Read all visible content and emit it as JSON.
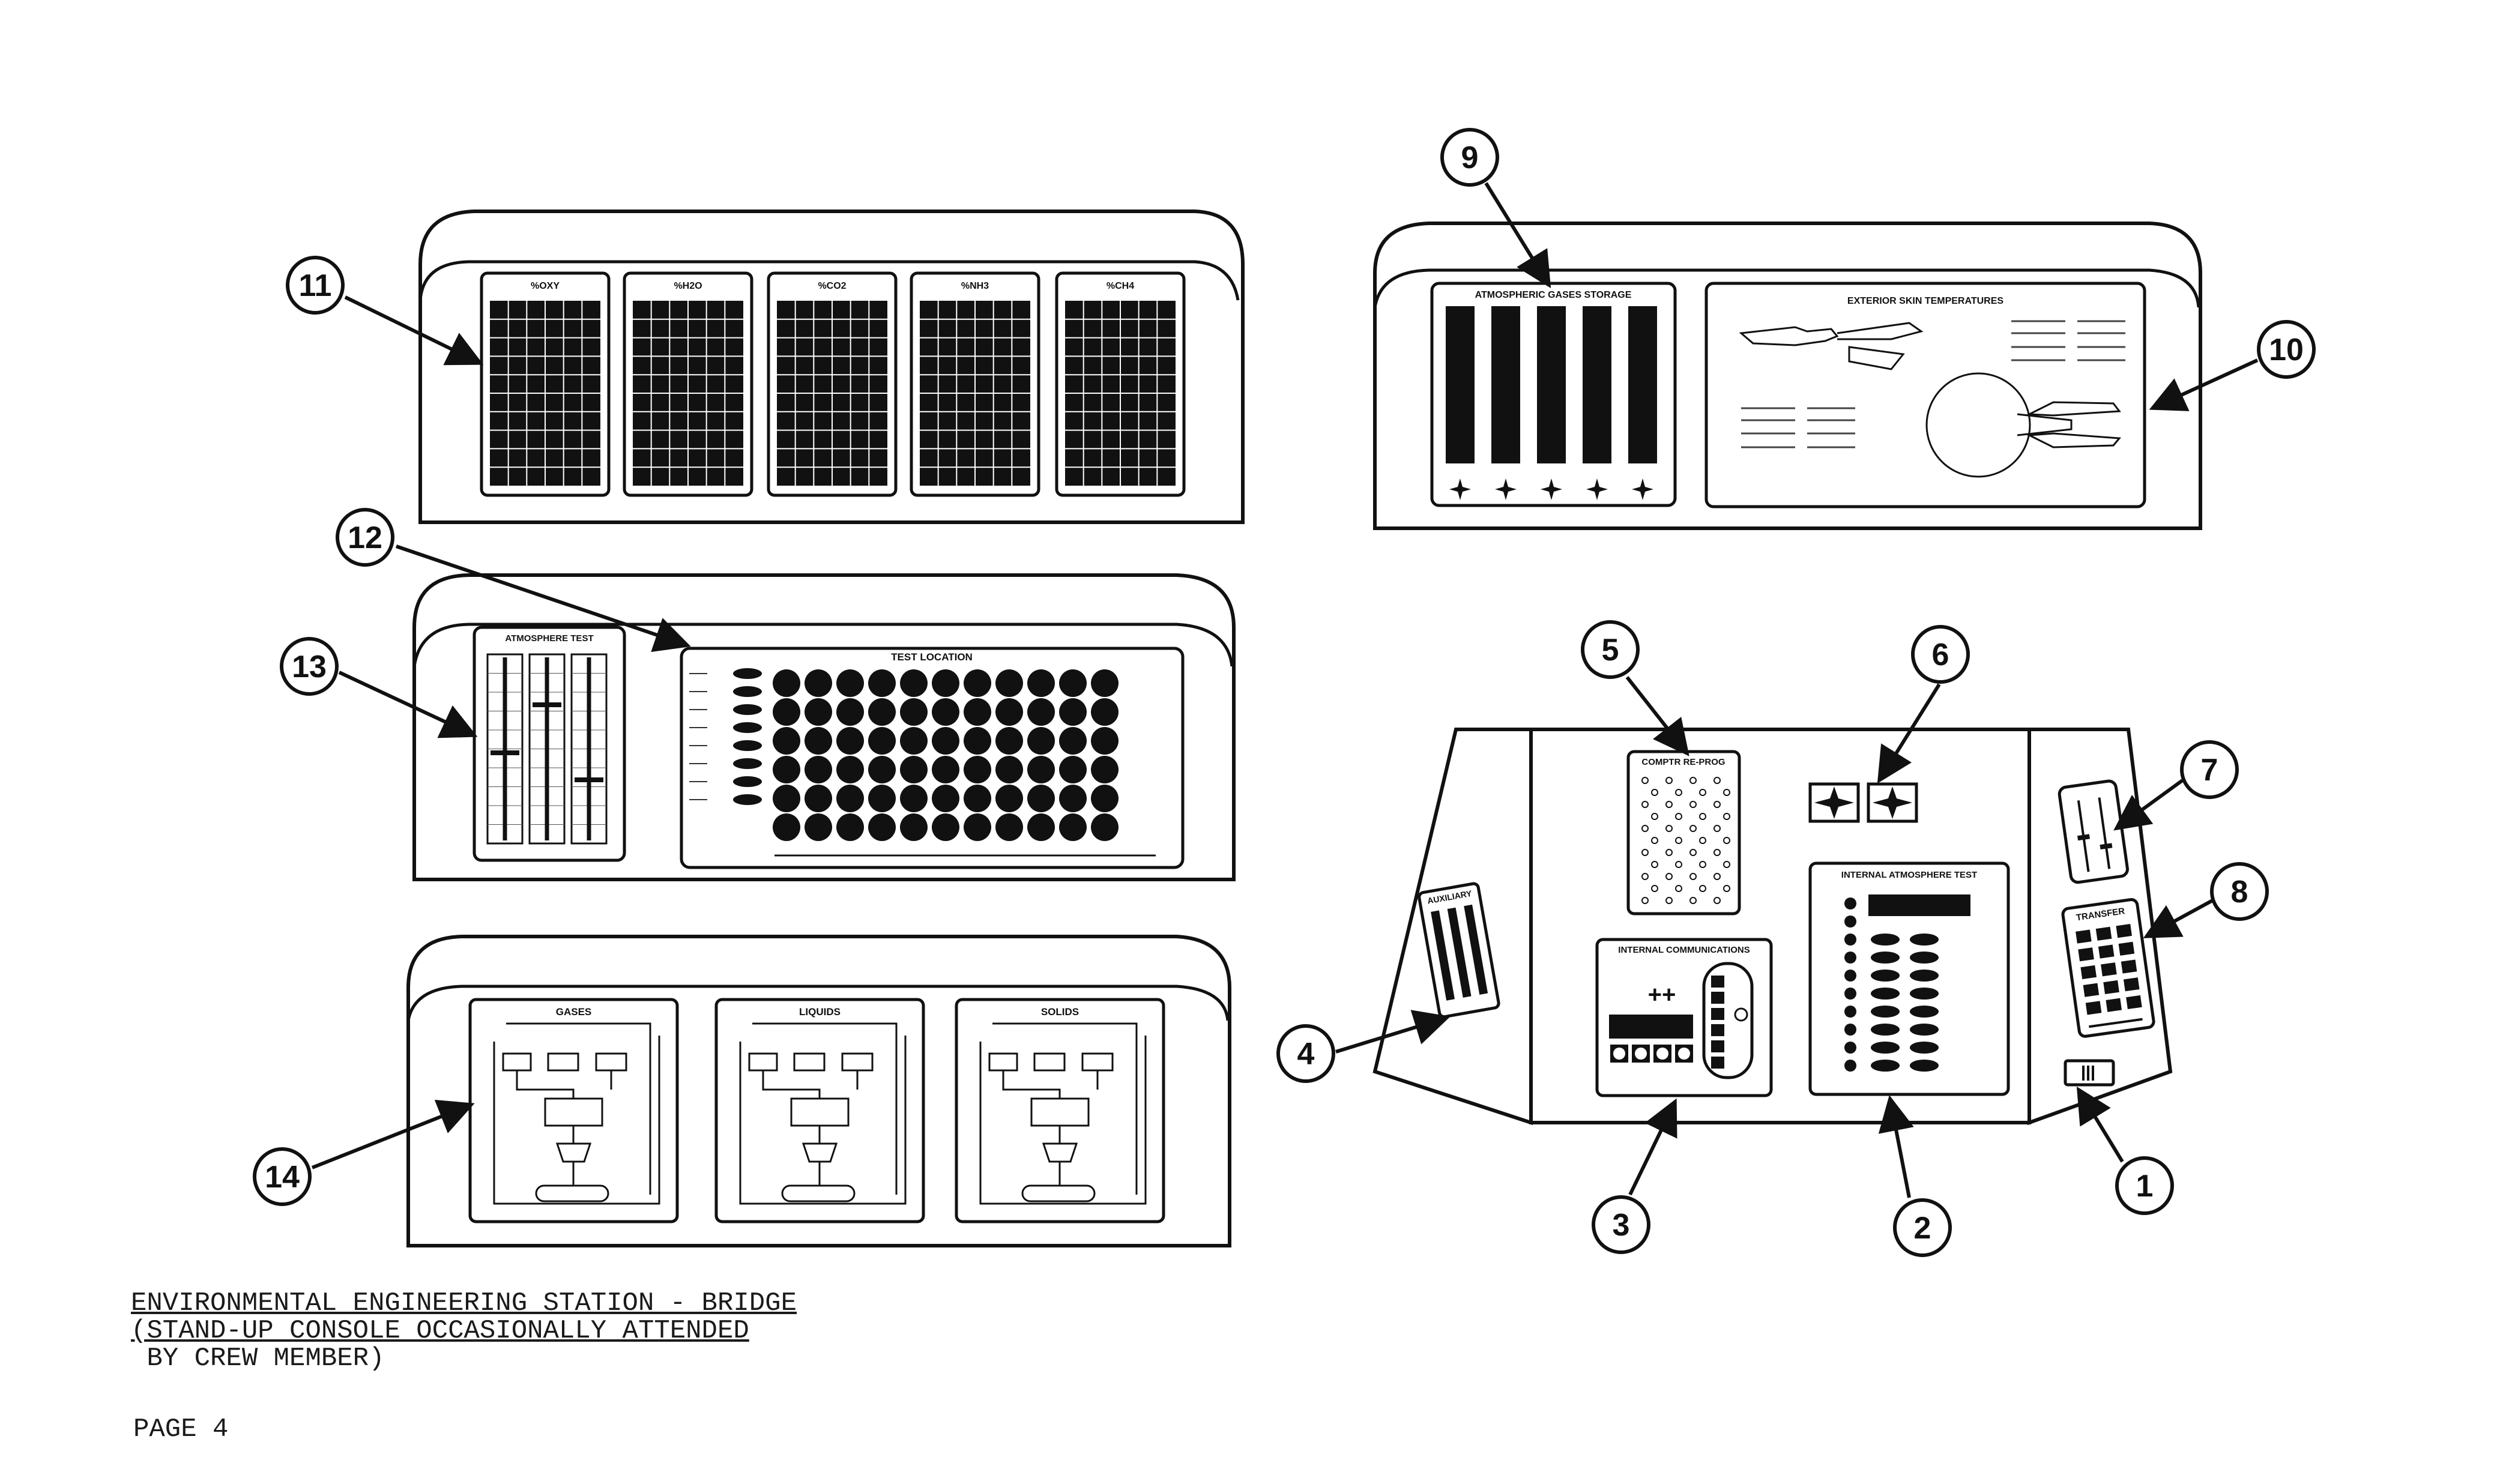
{
  "caption": {
    "line1": "ENVIRONMENTAL ENGINEERING STATION - BRIDGE",
    "line2": "(STAND-UP CONSOLE OCCASIONALLY ATTENDED",
    "line3": " BY CREW MEMBER)"
  },
  "page_label": "PAGE 4",
  "callouts": [
    "1",
    "2",
    "3",
    "4",
    "5",
    "6",
    "7",
    "8",
    "9",
    "10",
    "11",
    "12",
    "13",
    "14"
  ],
  "panel_gas_monitor": {
    "cells": [
      "%OXY",
      "%H2O",
      "%CO2",
      "%NH3",
      "%CH4"
    ]
  },
  "panel_atmosphere_test": {
    "title": "ATMOSPHERE TEST"
  },
  "panel_test_location": {
    "title": "TEST LOCATION"
  },
  "panel_flow": {
    "sections": [
      "GASES",
      "LIQUIDS",
      "SOLIDS"
    ]
  },
  "panel_gases_storage": {
    "title": "ATMOSPHERIC GASES STORAGE"
  },
  "panel_skin_temps": {
    "title": "EXTERIOR SKIN TEMPERATURES"
  },
  "console": {
    "computer_reprog": "COMPTR RE-PROG",
    "internal_atmosphere": "INTERNAL ATMOSPHERE TEST",
    "internal_comms": "INTERNAL COMMUNICATIONS",
    "auxiliary": "AUXILIARY",
    "transfer": "TRANSFER"
  }
}
